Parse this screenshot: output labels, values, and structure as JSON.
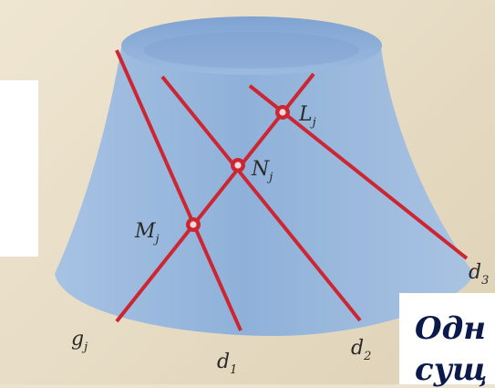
{
  "figure": {
    "points": [
      {
        "name": "M",
        "sub": "j"
      },
      {
        "name": "N",
        "sub": "j"
      },
      {
        "name": "L",
        "sub": "j"
      }
    ],
    "lines": [
      {
        "name": "g",
        "sub": "j"
      },
      {
        "name": "d",
        "sub": "1"
      },
      {
        "name": "d",
        "sub": "2"
      },
      {
        "name": "d",
        "sub": "3"
      }
    ],
    "colors": {
      "surface": "#8fb1d9",
      "lines": "#cc2633",
      "paper": "#ece3cf"
    }
  },
  "caption": {
    "line1": "Одн",
    "line2": "сущ"
  }
}
